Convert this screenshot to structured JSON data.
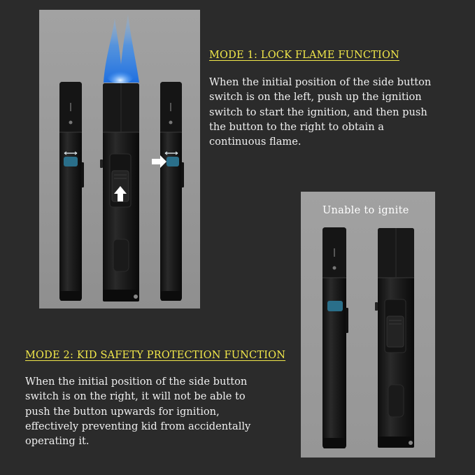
{
  "mode1": {
    "title": "MODE 1: LOCK FLAME FUNCTION",
    "lines": [
      "When the initial position of the side button",
      "switch is on the left, push up the ignition",
      "switch to start the ignition, and then push",
      "the button to the right to obtain a",
      "continuous flame."
    ]
  },
  "mode2": {
    "title": "MODE 2: KID SAFETY PROTECTION FUNCTION",
    "lines": [
      "When the initial position of the side button",
      "switch is on the right, it will not be able to",
      "push the button upwards for ignition,",
      "effectively preventing kid from accidentally",
      "operating it."
    ]
  },
  "caption": "Unable to ignite",
  "colors": {
    "background": "#2b2b2b",
    "heading": "#f2e84a",
    "text": "#f0f0f0",
    "panel": "#9a9a9a",
    "lighter_body": "#1c1c1c",
    "switch_blue": "#2a6f8a",
    "flame": "#2f8fe8"
  },
  "icons": [
    "lighter-image",
    "flame-icon",
    "up-arrow-icon",
    "right-arrow-icon",
    "side-switch-icon"
  ]
}
